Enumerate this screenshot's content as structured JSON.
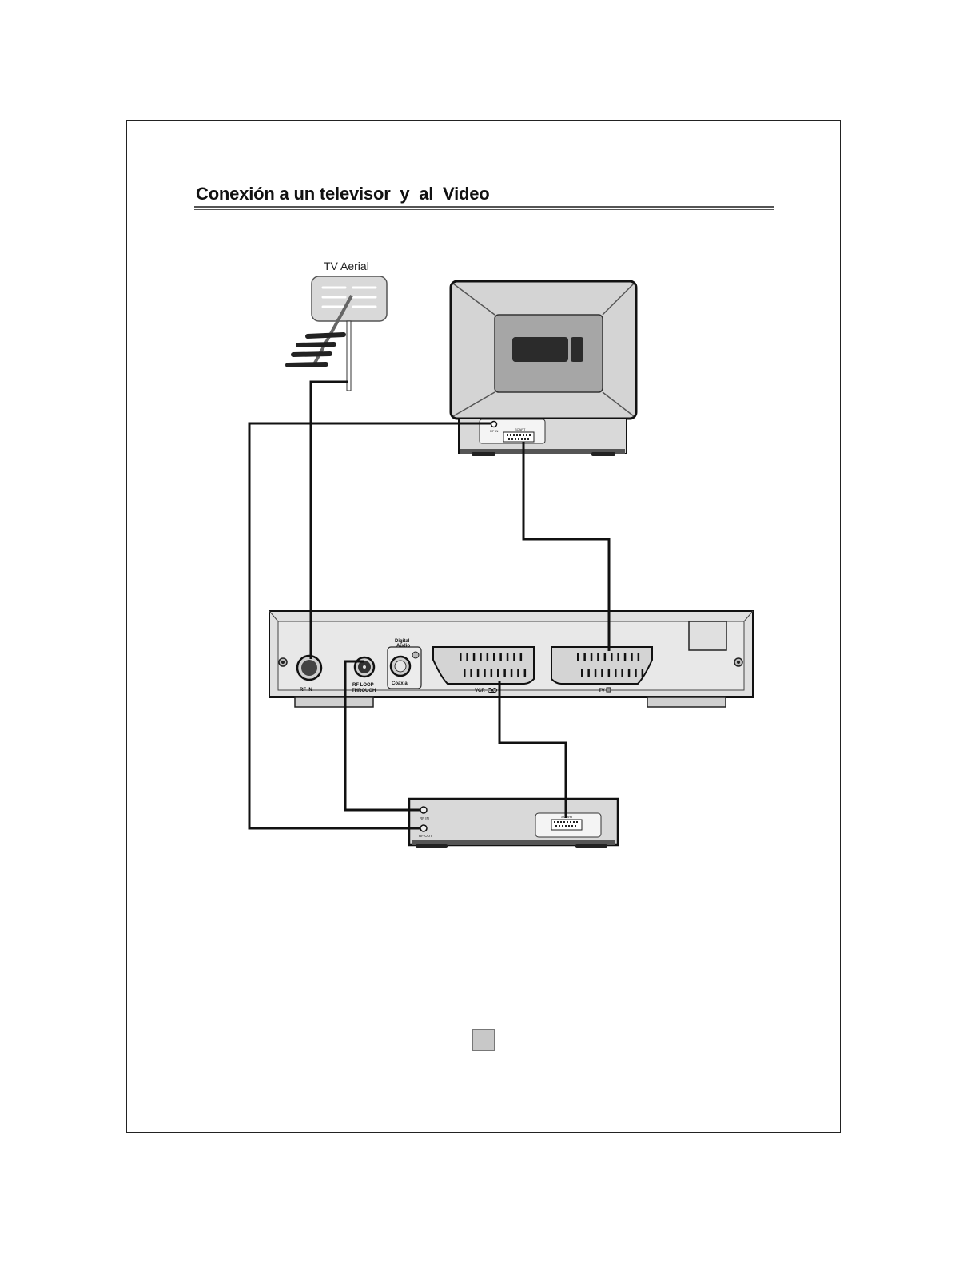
{
  "page": {
    "title": "Conexión a un televisor  y  al  Video"
  },
  "labels": {
    "tv_aerial": "TV Aerial",
    "tv_rf_in": "RF IN",
    "tv_scart": "SCART",
    "rf_in": "RF  IN",
    "rf_loop": "RF  LOOP",
    "through": "THROUGH",
    "digital": "Digital",
    "audio": "Audio",
    "coaxial": "Coaxial",
    "vcr": "VCR",
    "tv": "TV",
    "vcr_rf_in": "RF IN",
    "vcr_rf_out": "RF OUT",
    "vcr_scart": "SCART"
  }
}
